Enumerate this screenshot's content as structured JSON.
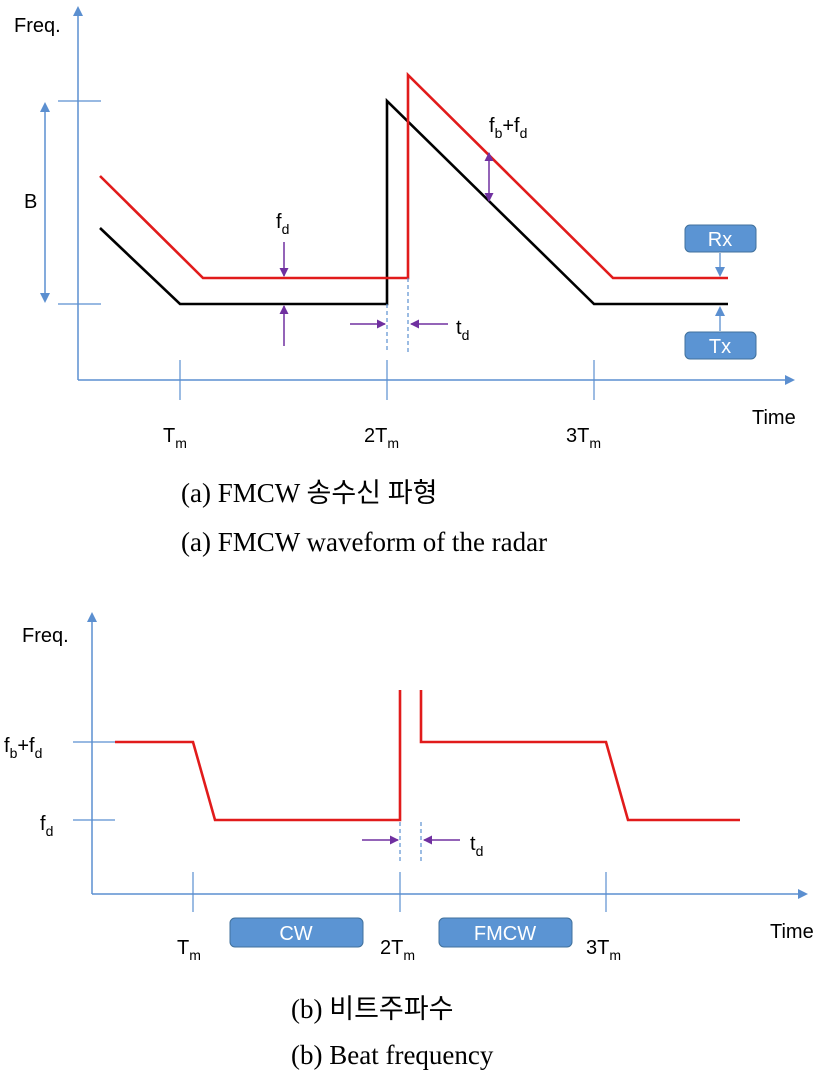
{
  "colors": {
    "axis": "#5b8fd0",
    "tx_line": "#000000",
    "rx_line": "#e11b1b",
    "marker": "#7030a0",
    "box_fill": "#5b94d3",
    "box_stroke": "#41719c"
  },
  "diagram_a": {
    "y_axis_label": "Freq.",
    "x_axis_label": "Time",
    "bandwidth_label": "B",
    "fd_label": "f",
    "fd_sub": "d",
    "fbfd_f1": "f",
    "fbfd_sub1": "b",
    "fbfd_plus": "+f",
    "fbfd_sub2": "d",
    "td_label": "t",
    "td_sub": "d",
    "rx_label": "Rx",
    "tx_label": "Tx",
    "tick1_main": "T",
    "tick1_sub": "m",
    "tick2_main": "2T",
    "tick2_sub": "m",
    "tick3_main": "3T",
    "tick3_sub": "m",
    "caption_ko": "(a) FMCW 송수신 파형",
    "caption_en": "(a) FMCW waveform of the radar"
  },
  "diagram_b": {
    "y_axis_label": "Freq.",
    "x_axis_label": "Time",
    "level_high_f1": "f",
    "level_high_sub1": "b",
    "level_high_plus": "+f",
    "level_high_sub2": "d",
    "level_low_main": "f",
    "level_low_sub": "d",
    "td_label": "t",
    "td_sub": "d",
    "cw_label": "CW",
    "fmcw_label": "FMCW",
    "tick1_main": "T",
    "tick1_sub": "m",
    "tick2_main": "2T",
    "tick2_sub": "m",
    "tick3_main": "3T",
    "tick3_sub": "m",
    "caption_ko": "(b) 비트주파수",
    "caption_en": "(b) Beat frequency"
  }
}
